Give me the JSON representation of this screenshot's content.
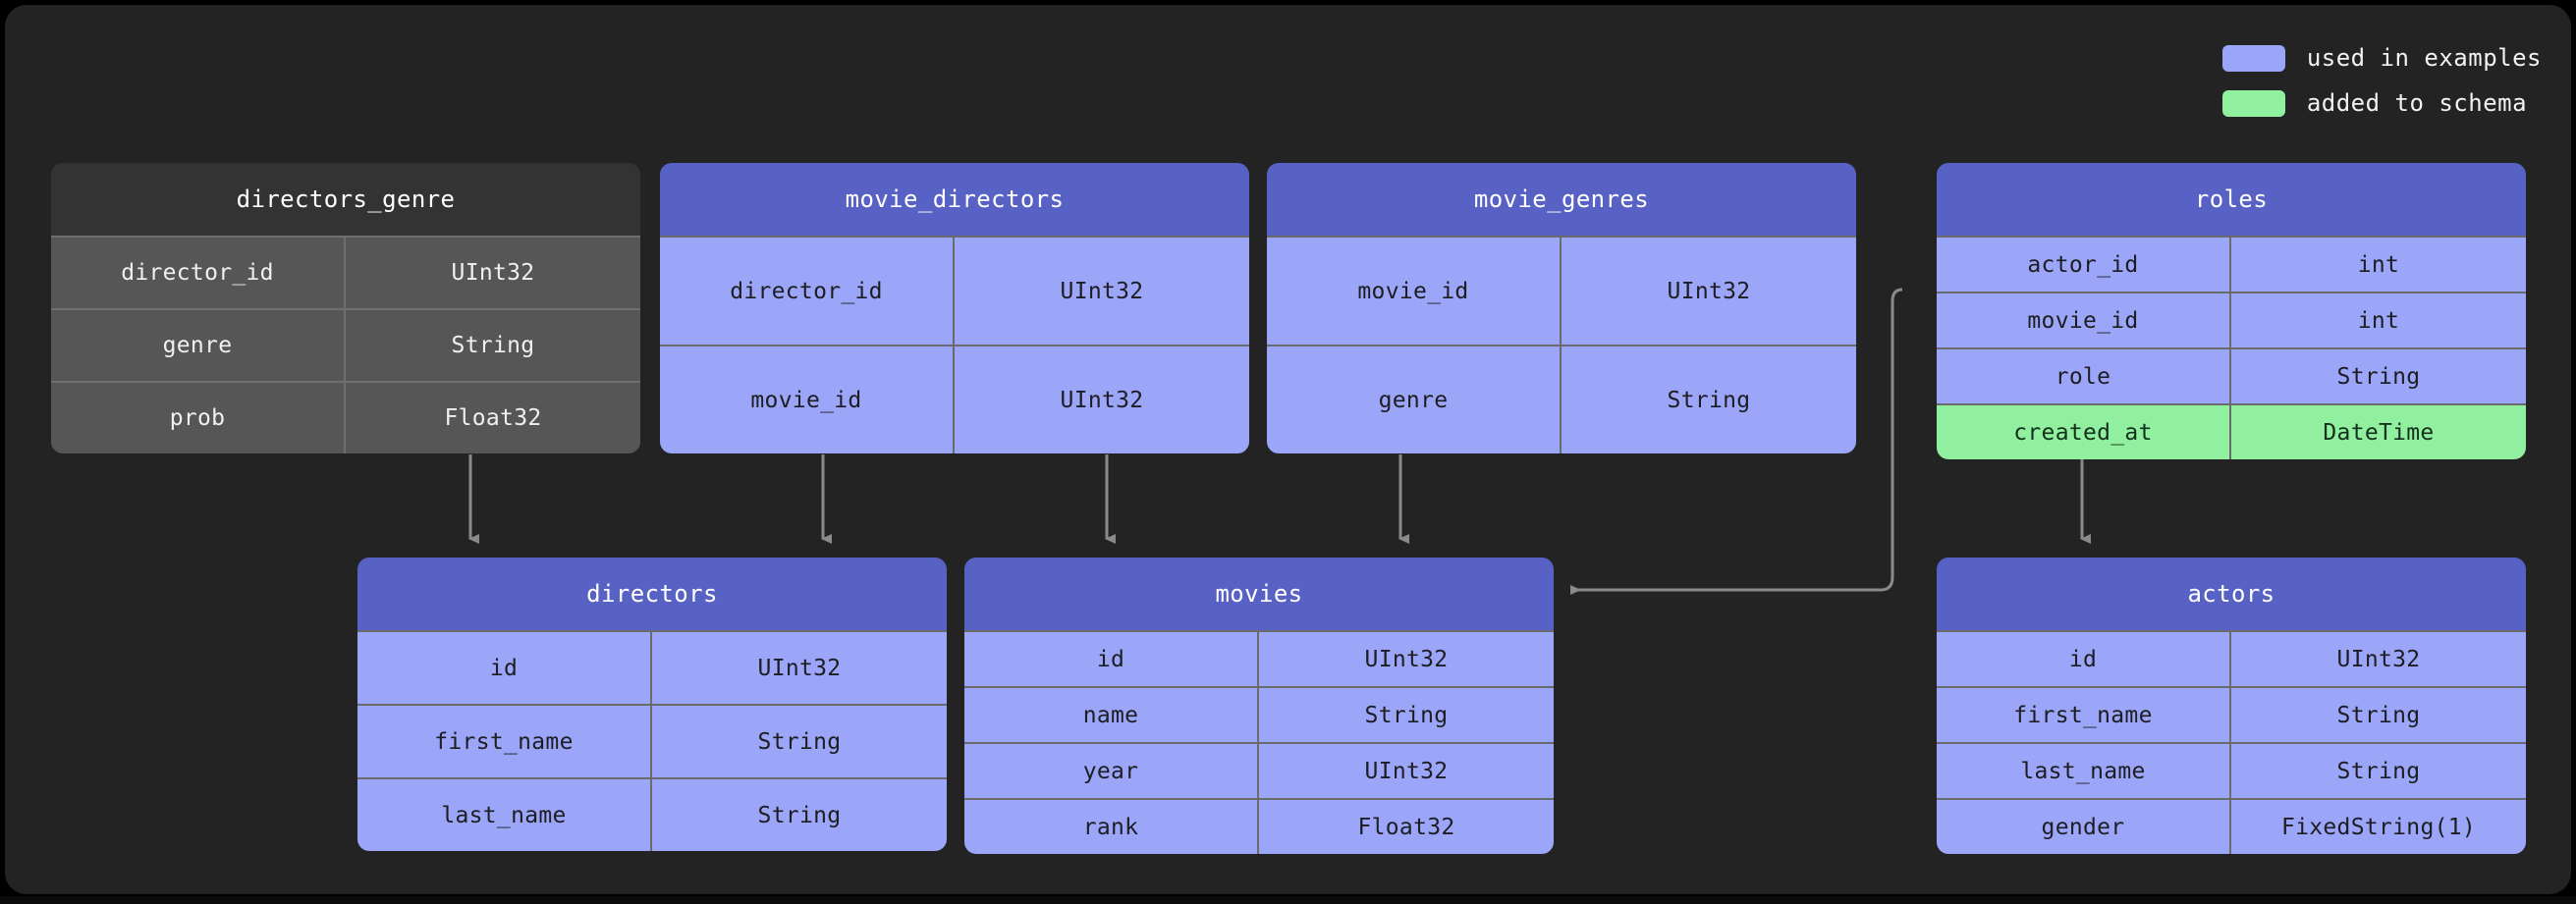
{
  "canvas": {
    "background": "#232323",
    "page_background": "#000000"
  },
  "colors": {
    "header_blue": "#5862c4",
    "row_blue": "#9ba6f8",
    "added_green": "#90f0a0",
    "plain_header": "#333333",
    "plain_row": "#565656",
    "connector": "#8a8a8a"
  },
  "legend": {
    "items": [
      {
        "swatch_color": "#9ba6f8",
        "label": "used in examples"
      },
      {
        "swatch_color": "#90f0a0",
        "label": "added to schema"
      }
    ]
  },
  "tables": [
    {
      "id": "directors_genre",
      "title": "directors_genre",
      "highlight": "none",
      "columns": [
        {
          "name": "director_id",
          "type": "UInt32",
          "state": "normal"
        },
        {
          "name": "genre",
          "type": "String",
          "state": "normal"
        },
        {
          "name": "prob",
          "type": "Float32",
          "state": "normal"
        }
      ]
    },
    {
      "id": "movie_directors",
      "title": "movie_directors",
      "highlight": "used",
      "columns": [
        {
          "name": "director_id",
          "type": "UInt32",
          "state": "normal"
        },
        {
          "name": "movie_id",
          "type": "UInt32",
          "state": "normal"
        }
      ]
    },
    {
      "id": "movie_genres",
      "title": "movie_genres",
      "highlight": "used",
      "columns": [
        {
          "name": "movie_id",
          "type": "UInt32",
          "state": "normal"
        },
        {
          "name": "genre",
          "type": "String",
          "state": "normal"
        }
      ]
    },
    {
      "id": "roles",
      "title": "roles",
      "highlight": "used",
      "columns": [
        {
          "name": "actor_id",
          "type": "int",
          "state": "normal"
        },
        {
          "name": "movie_id",
          "type": "int",
          "state": "normal"
        },
        {
          "name": "role",
          "type": "String",
          "state": "normal"
        },
        {
          "name": "created_at",
          "type": "DateTime",
          "state": "added"
        }
      ]
    },
    {
      "id": "directors",
      "title": "directors",
      "highlight": "used",
      "columns": [
        {
          "name": "id",
          "type": "UInt32",
          "state": "normal"
        },
        {
          "name": "first_name",
          "type": "String",
          "state": "normal"
        },
        {
          "name": "last_name",
          "type": "String",
          "state": "normal"
        }
      ]
    },
    {
      "id": "movies",
      "title": "movies",
      "highlight": "used",
      "columns": [
        {
          "name": "id",
          "type": "UInt32",
          "state": "normal"
        },
        {
          "name": "name",
          "type": "String",
          "state": "normal"
        },
        {
          "name": "year",
          "type": "UInt32",
          "state": "normal"
        },
        {
          "name": "rank",
          "type": "Float32",
          "state": "normal"
        }
      ]
    },
    {
      "id": "actors",
      "title": "actors",
      "highlight": "used",
      "columns": [
        {
          "name": "id",
          "type": "UInt32",
          "state": "normal"
        },
        {
          "name": "first_name",
          "type": "String",
          "state": "normal"
        },
        {
          "name": "last_name",
          "type": "String",
          "state": "normal"
        },
        {
          "name": "gender",
          "type": "FixedString(1)",
          "state": "normal"
        }
      ]
    }
  ],
  "relationships": [
    {
      "from": "directors_genre",
      "to": "directors",
      "shape": "straight-down"
    },
    {
      "from": "movie_directors",
      "to": "directors",
      "shape": "straight-down"
    },
    {
      "from": "movie_directors",
      "to": "movies",
      "shape": "straight-down"
    },
    {
      "from": "movie_genres",
      "to": "movies",
      "shape": "straight-down"
    },
    {
      "from": "roles",
      "to": "movies",
      "shape": "elbow-left"
    },
    {
      "from": "roles",
      "to": "actors",
      "shape": "straight-down"
    }
  ]
}
